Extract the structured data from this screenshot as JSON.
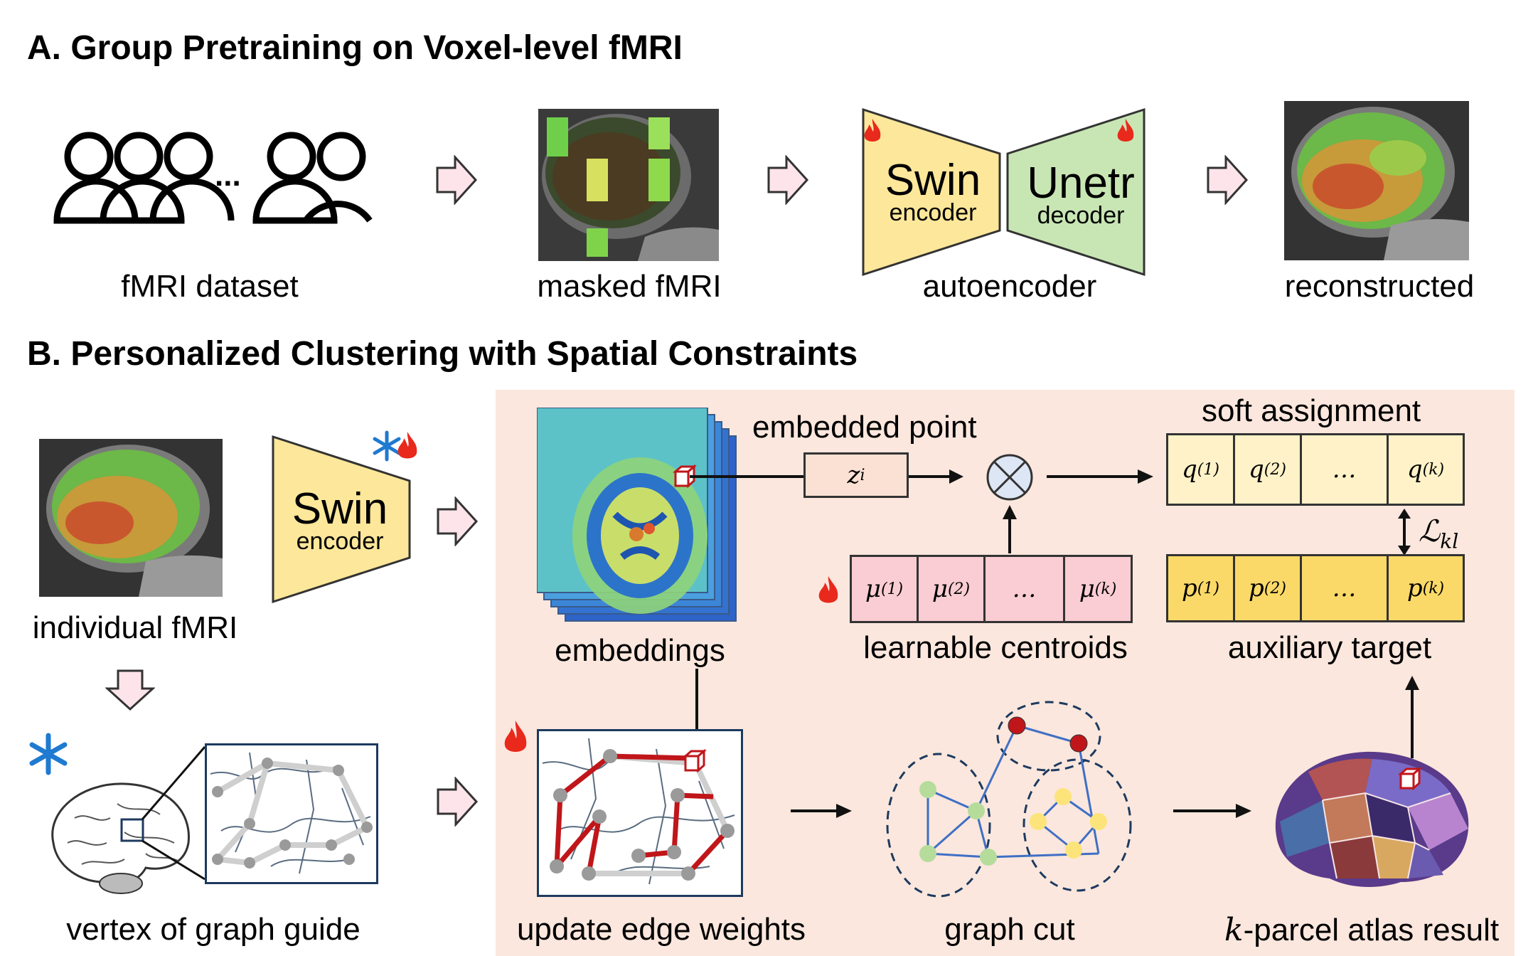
{
  "section_a": {
    "title": "A. Group Pretraining on Voxel-level fMRI",
    "dataset_caption": "fMRI dataset",
    "dataset_ellipsis": "...",
    "masked_caption": "masked fMRI",
    "autoencoder_caption": "autoencoder",
    "reconstructed_caption": "reconstructed",
    "encoder_name": "Swin",
    "encoder_sub": "encoder",
    "decoder_name": "Unetr",
    "decoder_sub": "decoder"
  },
  "section_b": {
    "title": "B. Personalized Clustering with Spatial Constraints",
    "individual_caption": "individual fMRI",
    "encoder_name": "Swin",
    "encoder_sub": "encoder",
    "graph_guide_caption": "vertex of graph guide",
    "embeddings_caption": "embeddings",
    "embedded_point_label": "embedded point",
    "zi_symbol": "z",
    "zi_sub": "i",
    "soft_assignment_label": "soft assignment",
    "q_cells": [
      "q",
      "q",
      "…",
      "q"
    ],
    "q_sups": [
      "(1)",
      "(2)",
      "",
      "(k)"
    ],
    "loss_symbol": "ℒ",
    "loss_sub": "kl",
    "p_cells": [
      "p",
      "p",
      "…",
      "p"
    ],
    "p_sups": [
      "(1)",
      "(2)",
      "",
      "(k)"
    ],
    "auxiliary_caption": "auxiliary target",
    "mu_cells": [
      "μ",
      "μ",
      "…",
      "μ"
    ],
    "mu_sups": [
      "(1)",
      "(2)",
      "",
      "(k)"
    ],
    "centroids_caption": "learnable centroids",
    "update_caption": "update edge weights",
    "graph_cut_caption": "graph cut",
    "atlas_k": "k",
    "atlas_caption": "-parcel atlas result"
  },
  "colors": {
    "panel_bg": "#fbe7dd",
    "encoder_fill": "#fde79a",
    "decoder_fill": "#c8e6b4",
    "arrow_fill": "#fde4ea",
    "mu_fill": "#f9cdd3",
    "q_fill": "#fff2c8",
    "p_fill": "#fbd968",
    "edge_red": "#c0161a",
    "graph_blue": "#3f6fc5",
    "snow_blue": "#1f7ad0"
  }
}
